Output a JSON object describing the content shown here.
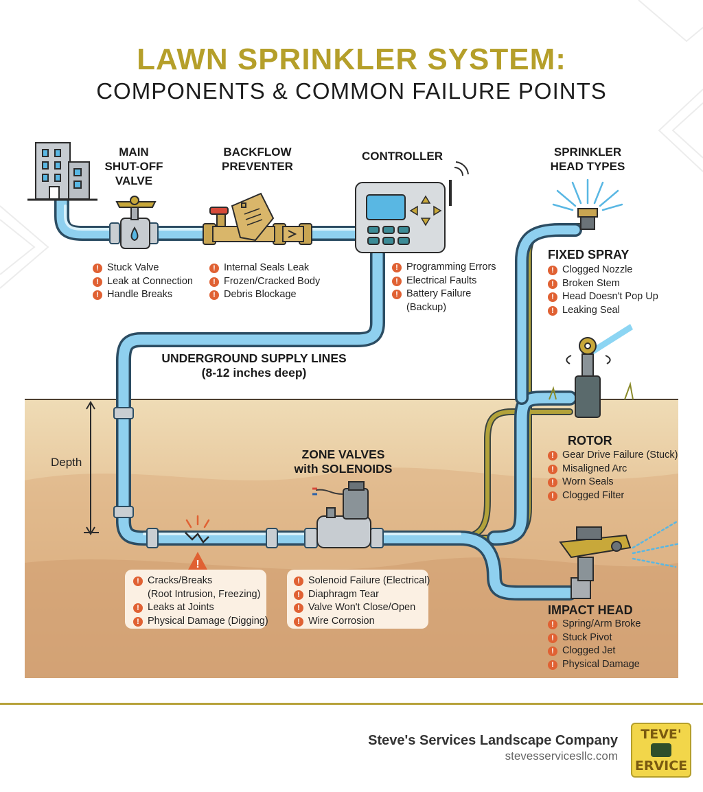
{
  "title": {
    "line1": "LAWN SPRINKLER SYSTEM:",
    "line2": "COMPONENTS & COMMON FAILURE POINTS"
  },
  "components": {
    "main_valve": {
      "label_lines": [
        "MAIN",
        "SHUT-OFF",
        "VALVE"
      ],
      "failures": [
        "Stuck Valve",
        "Leak at Connection",
        "Handle Breaks"
      ]
    },
    "backflow": {
      "label_lines": [
        "BACKFLOW",
        "PREVENTER"
      ],
      "failures": [
        "Internal Seals Leak",
        "Frozen/Cracked Body",
        "Debris Blockage"
      ]
    },
    "controller": {
      "label": "CONTROLLER",
      "failures": [
        "Programming Errors",
        "Electrical Faults",
        "Battery Failure"
      ],
      "failure_note": "(Backup)"
    },
    "head_types": {
      "label_lines": [
        "SPRINKLER",
        "HEAD TYPES"
      ]
    },
    "fixed_spray": {
      "label": "FIXED SPRAY",
      "failures": [
        "Clogged Nozzle",
        "Broken Stem",
        "Head Doesn't Pop Up",
        "Leaking Seal"
      ]
    },
    "rotor": {
      "label": "ROTOR",
      "failures": [
        "Gear Drive Failure (Stuck)",
        "Misaligned Arc",
        "Worn Seals",
        "Clogged Filter"
      ]
    },
    "impact_head": {
      "label": "IMPACT HEAD",
      "failures": [
        "Spring/Arm Broke",
        "Stuck Pivot",
        "Clogged Jet",
        "Physical Damage"
      ]
    },
    "supply_lines": {
      "label_lines": [
        "UNDERGROUND SUPPLY LINES",
        "(8-12 inches deep)"
      ],
      "failures": [
        "Cracks/Breaks",
        "Leaks at Joints",
        "Physical Damage (Digging)"
      ],
      "failure_note": "(Root Intrusion, Freezing)"
    },
    "zone_valves": {
      "label_lines": [
        "ZONE VALVES",
        "with SOLENOIDS"
      ],
      "failures": [
        "Solenoid Failure (Electrical)",
        "Diaphragm Tear",
        "Valve Won't Close/Open",
        "Wire Corrosion"
      ]
    }
  },
  "depth_label": "Depth",
  "footer": {
    "company": "Steve's Services Landscape Company",
    "url": "stevesservicesllc.com",
    "logo_text": [
      "TEVE'",
      "ERVICE"
    ]
  },
  "colors": {
    "title_gold": "#b59f2a",
    "pipe_blue": "#7ec8ea",
    "pipe_outline": "#2c4d63",
    "wire_olive": "#a8962f",
    "warning_red": "#e06133",
    "soil_top": "#ecd7b0",
    "soil_bottom": "#cf9f74"
  }
}
